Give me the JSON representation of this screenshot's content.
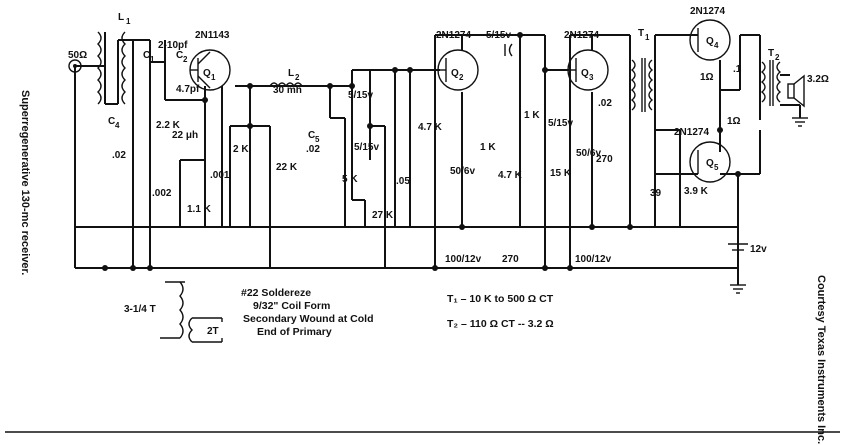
{
  "input": {
    "impedance": "50Ω"
  },
  "inductors": {
    "l1": "L",
    "l1_sub": "1",
    "l2": "L",
    "l2_sub": "2",
    "l2_value": "30 mh",
    "l3": "22 μh"
  },
  "transformers": {
    "t1": "T",
    "t1_sub": "1",
    "t2": "T",
    "t2_sub": "2"
  },
  "capacitors": {
    "c1": "C",
    "c1_sub": "1",
    "c1_value": "2-10pf",
    "c2": "C",
    "c2_sub": "2",
    "c2_value": "4.7pf",
    "c4": "C",
    "c4_sub": "4",
    "c4_value": ".02",
    "c5": "C",
    "c5_sub": "5",
    "c5_value": ".02",
    "c002": ".002",
    "c001": ".001",
    "c05": ".05",
    "c02b": ".02",
    "c1uf": ".1",
    "cpl1": "5/15v",
    "cpl1b": "5/15v",
    "cpl2": "5/15v",
    "cpl3": "5/15v",
    "cem1": "50/6v",
    "cem2": "50/6v",
    "cbulk1": "100/12v",
    "cbulk2": "100/12v"
  },
  "resistors": {
    "r22k_a": "2.2 K",
    "r1_1k": "1.1 K",
    "r2k": "2 K",
    "r22k": "22 K",
    "r5k": "5 K",
    "r27k": "27 K",
    "r47k_a": "4.7 K",
    "r1k_a": "1 K",
    "r47k_b": "4.7 K",
    "r1k_b": "1 K",
    "r15k": "15 K",
    "r270": "270",
    "r270b": "270",
    "r1o_a": "1Ω",
    "r1o_b": "1Ω",
    "r39": "39",
    "r39k": "3.9 K"
  },
  "transistors": {
    "q1": "Q",
    "q1_sub": "1",
    "q1_type": "2N1143",
    "q2": "Q",
    "q2_sub": "2",
    "q2_type": "2N1274",
    "q3": "Q",
    "q3_sub": "3",
    "q3_type": "2N1274",
    "q4": "Q",
    "q4_sub": "4",
    "q4_type": "2N1274",
    "q5": "Q",
    "q5_sub": "5",
    "q5_type": "2N1274"
  },
  "battery": {
    "voltage": "12v"
  },
  "output": {
    "impedance": "3.2Ω"
  },
  "coil_detail": {
    "primary": "3-1/4 T",
    "secondary": "2T"
  },
  "coil_notes": [
    "#22 Soldereze",
    "9/32\" Coil Form",
    "Secondary Wound at Cold",
    "End of Primary"
  ],
  "transformer_notes": [
    "T₁ – 10 K to 500 Ω CT",
    "T₂ – 110 Ω CT -- 3.2 Ω"
  ],
  "side_text": {
    "caption": "Superregenerative 130-mc receiver.",
    "credit": "Courtesy Texas Instruments Inc."
  }
}
